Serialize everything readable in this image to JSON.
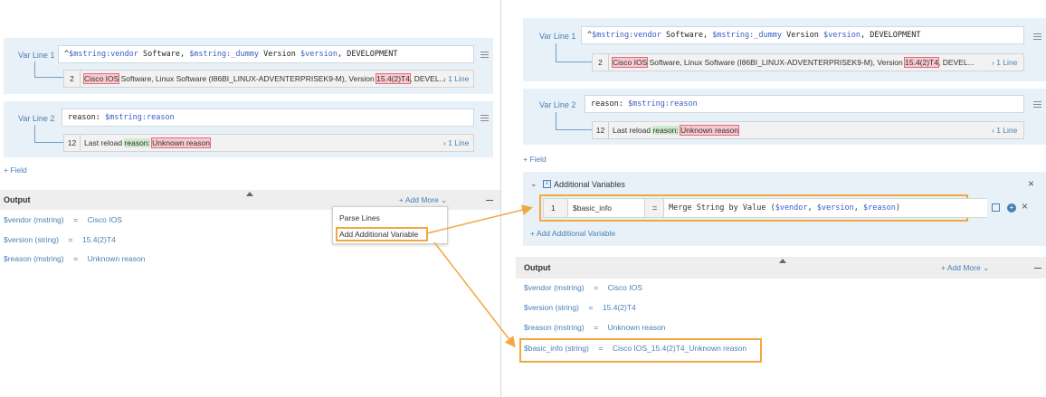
{
  "left": {
    "var_line_1_label": "Var Line 1",
    "var_line_1_pattern_parts": [
      "^",
      "$mstring:vendor",
      " Software, ",
      "$mstring:_dummy",
      " Version ",
      "$version",
      ", DEVELOPMENT"
    ],
    "var_line_1_match": {
      "num": "2",
      "parts": [
        "Cisco IOS",
        " Software, Linux Software (I86BI_LINUX-ADVENTERPRISEK9-M), Version ",
        "15.4(2)T4",
        ", DEVEL..."
      ],
      "lines": "1 Line"
    },
    "var_line_2_label": "Var Line 2",
    "var_line_2_pattern_parts": [
      "reason: ",
      "$mstring:reason"
    ],
    "var_line_2_match": {
      "num": "12",
      "parts": [
        "Last reload ",
        "reason:",
        " ",
        "Unknown reason"
      ],
      "lines": "1 Line"
    },
    "add_field": "+ Field",
    "output_title": "Output",
    "add_more": "+ Add More",
    "outputs": [
      {
        "name": "$vendor (mstring)",
        "eq": "=",
        "value": "Cisco IOS"
      },
      {
        "name": "$version (string)",
        "eq": "=",
        "value": "15.4(2)T4"
      },
      {
        "name": "$reason (mstring)",
        "eq": "=",
        "value": "Unknown reason"
      }
    ],
    "dropdown": {
      "item1": "Parse Lines",
      "item2": "Add Additional Variable"
    }
  },
  "right": {
    "var_line_1_label": "Var Line 1",
    "var_line_1_pattern_parts": [
      "^",
      "$mstring:vendor",
      " Software, ",
      "$mstring:_dummy",
      " Version ",
      "$version",
      ", DEVELOPMENT"
    ],
    "var_line_1_match": {
      "num": "2",
      "parts": [
        "Cisco IOS",
        " Software, Linux Software (I86BI_LINUX-ADVENTERPRISEK9-M), Version ",
        "15.4(2)T4",
        ", DEVEL..."
      ],
      "lines": "1 Line"
    },
    "var_line_2_label": "Var Line 2",
    "var_line_2_pattern_parts": [
      "reason: ",
      "$mstring:reason"
    ],
    "var_line_2_match": {
      "num": "12",
      "parts": [
        "Last reload ",
        "reason:",
        " ",
        "Unknown reason"
      ],
      "lines": "1 Line"
    },
    "add_field": "+ Field",
    "additional_variables": {
      "title": "Additional Variables",
      "row": {
        "num": "1",
        "name": "$basic_info",
        "eq": "=",
        "expr_parts": [
          "Merge String by Value (",
          "$vendor",
          ", ",
          "$version",
          ", ",
          "$reason",
          ")"
        ]
      },
      "add_link": "+ Add Additional Variable"
    },
    "output_title": "Output",
    "add_more": "+ Add More",
    "outputs": [
      {
        "name": "$vendor (mstring)",
        "eq": "=",
        "value": "Cisco IOS"
      },
      {
        "name": "$version (string)",
        "eq": "=",
        "value": "15.4(2)T4"
      },
      {
        "name": "$reason (mstring)",
        "eq": "=",
        "value": "Unknown reason"
      },
      {
        "name": "$basic_info (string)",
        "eq": "=",
        "value": "Cisco IOS_15.4(2)T4_Unknown reason"
      }
    ]
  },
  "colors": {
    "accent": "#4a7fb5",
    "highlight_orange": "#f2a742",
    "block_bg": "#e8f1f8"
  },
  "icons": [
    "menu-icon",
    "chevron-down-icon",
    "chevron-right-icon",
    "close-icon",
    "external-link-icon",
    "plus-circle-icon",
    "variables-icon"
  ]
}
